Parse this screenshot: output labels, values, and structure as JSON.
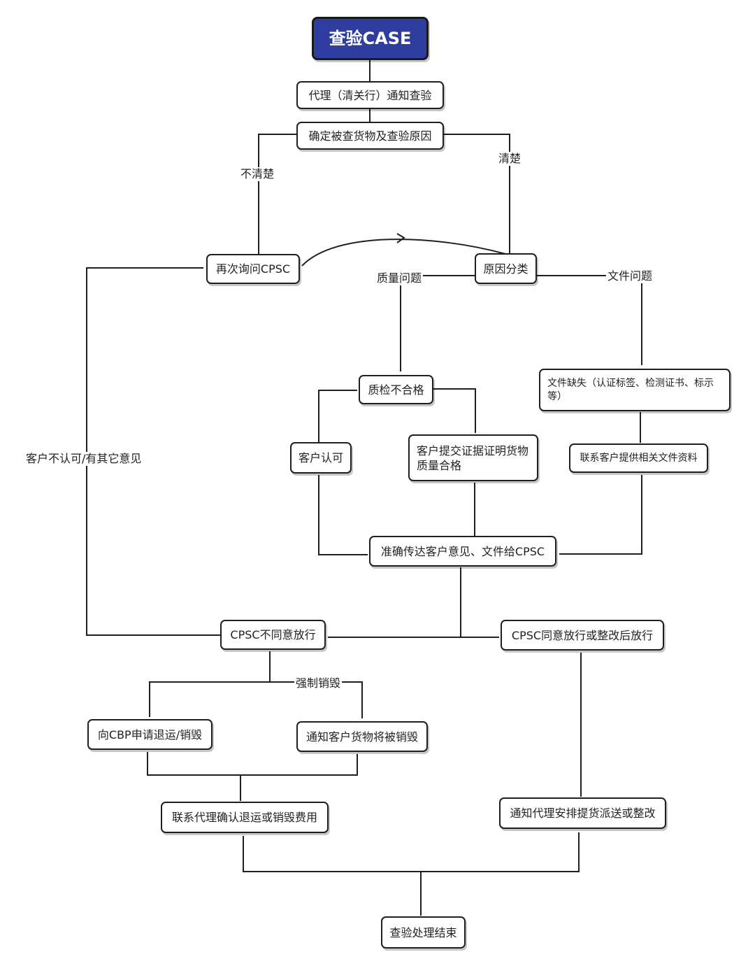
{
  "colors": {
    "start_fill": "#2f3d9e",
    "line": "#1f1f1f"
  },
  "nodes": {
    "start": "查验CASE",
    "agent_notice": "代理（清关行）通知查验",
    "confirm_goods": "确定被查货物及查验原因",
    "reinquire": "再次询问CPSC",
    "classify": "原因分类",
    "qc_fail": "质检不合格",
    "doc_missing": "文件缺失（认证标签、检测证书、标示等）",
    "client_accept": "客户认可",
    "client_evidence": "客户提交证据证明货物质量合格",
    "contact_docs": "联系客户提供相关文件资料",
    "convey": "准确传达客户意见、文件给CPSC",
    "cpsc_reject": "CPSC不同意放行",
    "cpsc_approve": "CPSC同意放行或整改后放行",
    "apply_cbp": "向CBP申请退运/销毁",
    "notify_destroy": "通知客户货物将被销毁",
    "contact_fee": "联系代理确认退运或销毁费用",
    "notify_pickup": "通知代理安排提货派送或整改",
    "end": "查验处理结束"
  },
  "labels": {
    "unclear": "不清楚",
    "clear": "清楚",
    "quality": "质量问题",
    "document": "文件问题",
    "client_disagree": "客户不认可/有其它意见",
    "force_destroy": "强制销毁"
  }
}
